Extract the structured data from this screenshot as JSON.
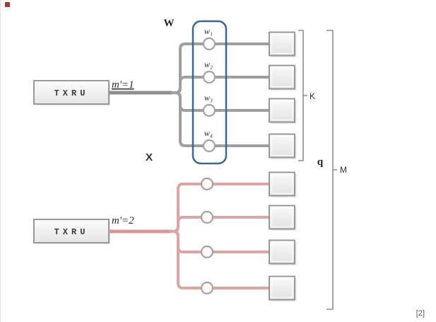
{
  "diagram": {
    "corner_marker": "",
    "txru": [
      {
        "label": "TXRU",
        "port_label": "m'=1"
      },
      {
        "label": "TXRU",
        "port_label": "m'=2"
      }
    ],
    "weight_matrix_label": "W",
    "weights": [
      "w₁",
      "w₂",
      "w₃",
      "w₄"
    ],
    "x_label": "X",
    "q_label": "q",
    "k_bracket_label": "K",
    "m_bracket_label": "M",
    "citation": "[2]",
    "colors": {
      "group1_line": "#9f9f9f",
      "group2_line": "#dda4a4",
      "weight_box_border": "#3d6599",
      "element_border": "#909090"
    }
  }
}
